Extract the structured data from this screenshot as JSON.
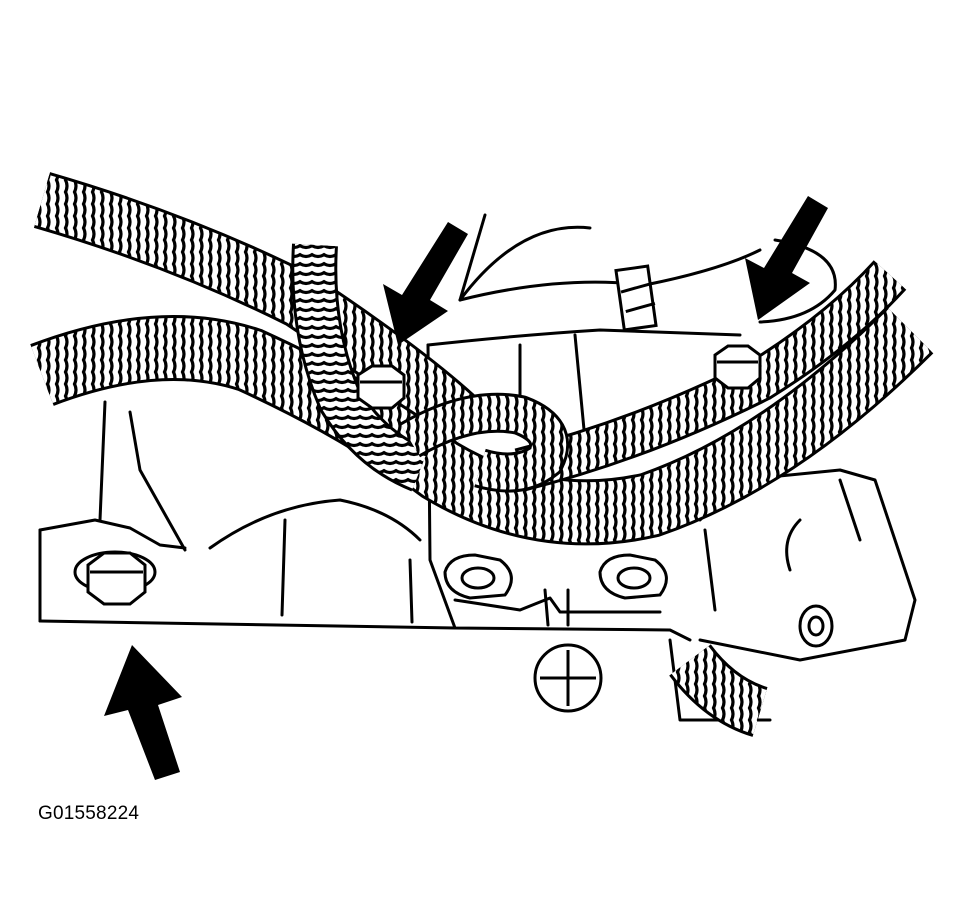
{
  "figure": {
    "id_label": "G01558224",
    "line_color": "#000000",
    "background_color": "#ffffff",
    "arrow_count": 3,
    "bolt_count": 3
  }
}
